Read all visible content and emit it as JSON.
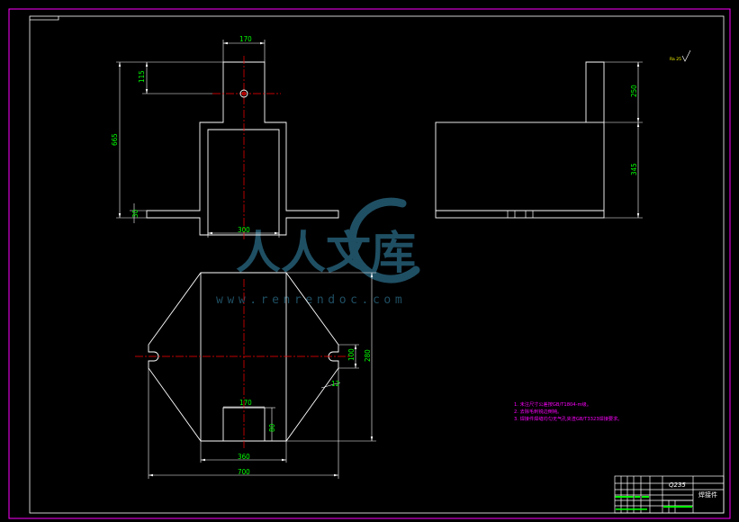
{
  "dimensions": {
    "top_width": "170",
    "neck_height": "115",
    "overall_height": "665",
    "base_thickness": "30",
    "body_width": "300",
    "side_top_height": "250",
    "side_body_height": "345",
    "slot_height": "100",
    "plan_height": "280",
    "small_step": "12",
    "tab_width": "170",
    "tab_height": "80",
    "inner_width": "360",
    "overall_width": "700"
  },
  "roughness_mark": "Ra 25",
  "notes": [
    "1. 未注尺寸公差按GB/T1804-m级。",
    "2. 去除毛刺锐边倒钝。",
    "3. 焊接件焊缝均匀无气孔夹渣GB/T3323焊接要求。"
  ],
  "title_block": {
    "material": "Q235",
    "part_name": "焊接件"
  },
  "watermark": {
    "text": "人人文库",
    "url": "www.renrendoc.com"
  },
  "colors": {
    "background": "#000000",
    "frame": "#ff00ff",
    "outline": "#ffffff",
    "dimension": "#00ff00",
    "centerline": "#ff0000",
    "note": "#ff00ff",
    "watermark": "#1f4f63"
  }
}
